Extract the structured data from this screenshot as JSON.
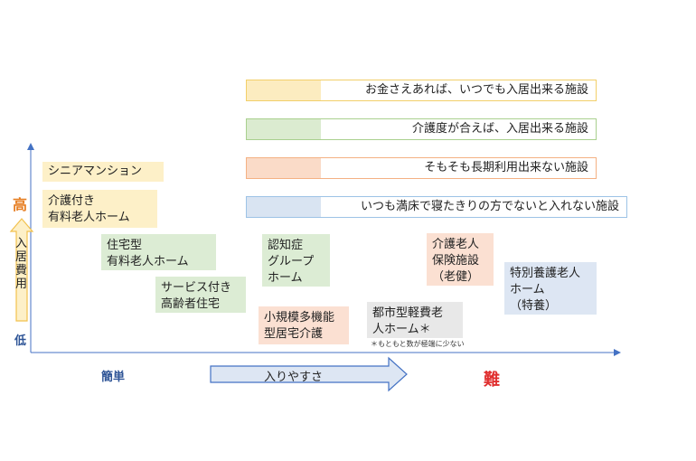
{
  "legend": [
    {
      "text": "お金さえあれば、いつでも入居出来る施設",
      "color": "#fcecc0",
      "border": "#f2cf6a"
    },
    {
      "text": "介護度が合えば、入居出来る施設",
      "color": "#dbebd0",
      "border": "#a9d08e"
    },
    {
      "text": "そもそも長期利用出来ない施設",
      "color": "#fadbc8",
      "border": "#f4b183"
    },
    {
      "text": "いつも満床で寝たきりの方でないと入れない施設",
      "color": "#d9e4f2",
      "border": "#9dc3e6"
    }
  ],
  "facilities": {
    "senior_mansion": "シニアマンション",
    "kaigo_yuryo": "介護付き\n有料老人ホーム",
    "jutaku_yuryo": "住宅型\n有料老人ホーム",
    "service_jutaku": "サービス付き\n高齢者住宅",
    "group_home": "認知症\nグループ\nホーム",
    "shokibo": "小規模多機能\n型居宅介護",
    "toshigata": "都市型軽費老\n人ホーム＊",
    "toshigata_note": "＊もともと数が極端に少ない",
    "roken": "介護老人\n保険施設\n（老健）",
    "tokuyo": "特別養護老人\nホーム\n（特養）"
  },
  "axes": {
    "y_high": "高",
    "y_low": "低",
    "y_label": "入居費用",
    "x_easy": "簡単",
    "x_hard": "難",
    "x_label": "入りやすさ"
  }
}
